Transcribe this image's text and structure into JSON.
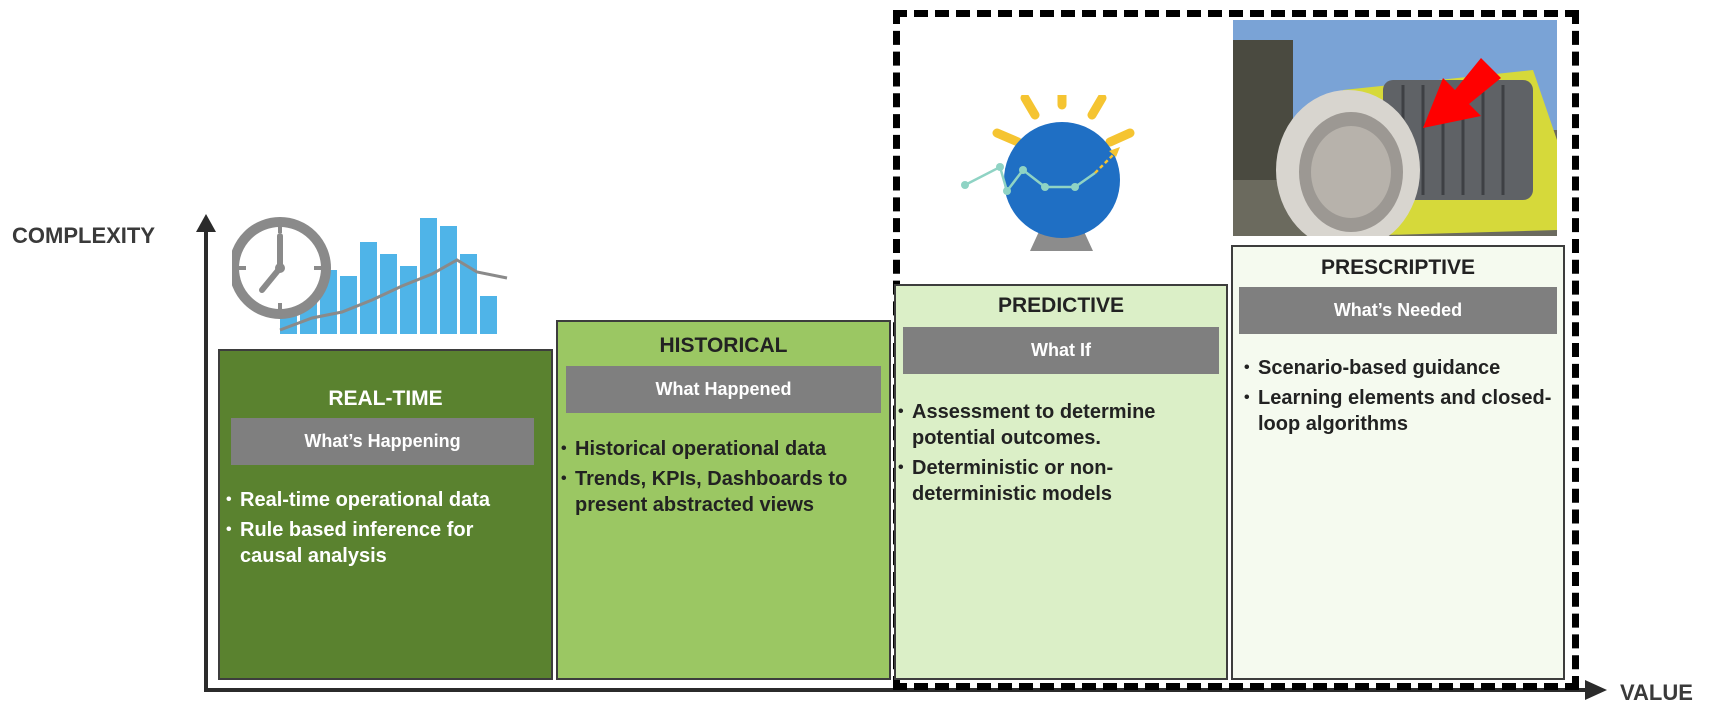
{
  "axes": {
    "y_label": "COMPLEXITY",
    "x_label": "VALUE"
  },
  "stages": [
    {
      "title": "REAL-TIME",
      "subtitle": "What’s Happening",
      "bullets": [
        "Real-time operational data",
        "Rule based inference for causal analysis"
      ]
    },
    {
      "title": "HISTORICAL",
      "subtitle": "What Happened",
      "bullets": [
        "Historical operational data",
        "Trends, KPIs, Dashboards to present abstracted views"
      ]
    },
    {
      "title": "PREDICTIVE",
      "subtitle": "What If",
      "bullets": [
        "Assessment to determine potential outcomes.",
        "Deterministic or non-deterministic models"
      ]
    },
    {
      "title": "PRESCRIPTIVE",
      "subtitle": "What’s Needed",
      "bullets": [
        "Scenario-based guidance",
        "Learning elements and closed-loop algorithms"
      ]
    }
  ],
  "colors": {
    "realtime": "#5a822f",
    "historical": "#9bc763",
    "predictive": "#dbefc7",
    "prescriptive": "#f5faef",
    "subtitle_bar": "#7f7f7f",
    "chart_bars": "#4fb4e8",
    "bulb": "#1f6fc4",
    "rays": "#f5c431",
    "arrow": "#ff0000"
  },
  "icons": {
    "realtime": "clock-bar-chart-icon",
    "predictive": "crystal-ball-icon",
    "prescriptive": "motor-photo"
  }
}
